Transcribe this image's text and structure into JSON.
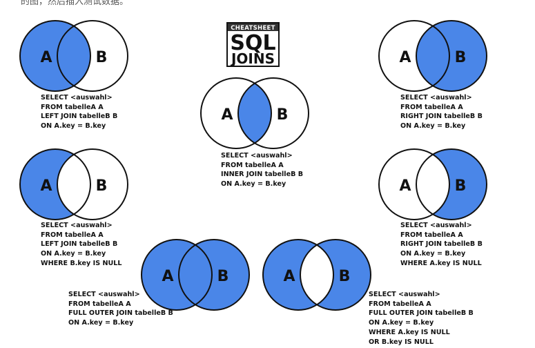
{
  "caption": "的图，然后插入测试数据。",
  "logo": {
    "top": "CHEATSHEET",
    "mid": "SQL",
    "bottom": "JOINS"
  },
  "colors": {
    "fill": "#4a86e8",
    "stroke": "#111111",
    "background": "#ffffff"
  },
  "joins": [
    {
      "id": "left-join",
      "label_a": "A",
      "label_b": "B",
      "sql": [
        "SELECT <auswahl>",
        "FROM tabelleA A",
        "LEFT JOIN tabelleB B",
        "ON A.key = B.key"
      ]
    },
    {
      "id": "inner-join",
      "label_a": "A",
      "label_b": "B",
      "sql": [
        "SELECT <auswahl>",
        "FROM tabelleA A",
        "INNER JOIN tabelleB B",
        "ON A.key = B.key"
      ]
    },
    {
      "id": "right-join",
      "label_a": "A",
      "label_b": "B",
      "sql": [
        "SELECT <auswahl>",
        "FROM tabelleA A",
        "RIGHT JOIN tabelleB B",
        "ON A.key = B.key"
      ]
    },
    {
      "id": "left-anti-join",
      "label_a": "A",
      "label_b": "B",
      "sql": [
        "SELECT <auswahl>",
        "FROM tabelleA A",
        "LEFT JOIN tabelleB B",
        "ON A.key = B.key",
        "WHERE B.key IS NULL"
      ]
    },
    {
      "id": "right-anti-join",
      "label_a": "A",
      "label_b": "B",
      "sql": [
        "SELECT <auswahl>",
        "FROM tabelleA A",
        "RIGHT JOIN tabelleB B",
        "ON A.key = B.key",
        "WHERE A.key IS NULL"
      ]
    },
    {
      "id": "full-outer-join",
      "label_a": "A",
      "label_b": "B",
      "sql": [
        "SELECT <auswahl>",
        "FROM tabelleA A",
        "FULL OUTER JOIN tabelleB B",
        "ON A.key = B.key"
      ]
    },
    {
      "id": "full-outer-anti-join",
      "label_a": "A",
      "label_b": "B",
      "sql": [
        "SELECT <auswahl>",
        "FROM tabelleA A",
        "FULL OUTER JOIN tabelleB B",
        "ON A.key = B.key",
        "WHERE A.key IS NULL",
        "OR B.key IS NULL"
      ]
    }
  ]
}
